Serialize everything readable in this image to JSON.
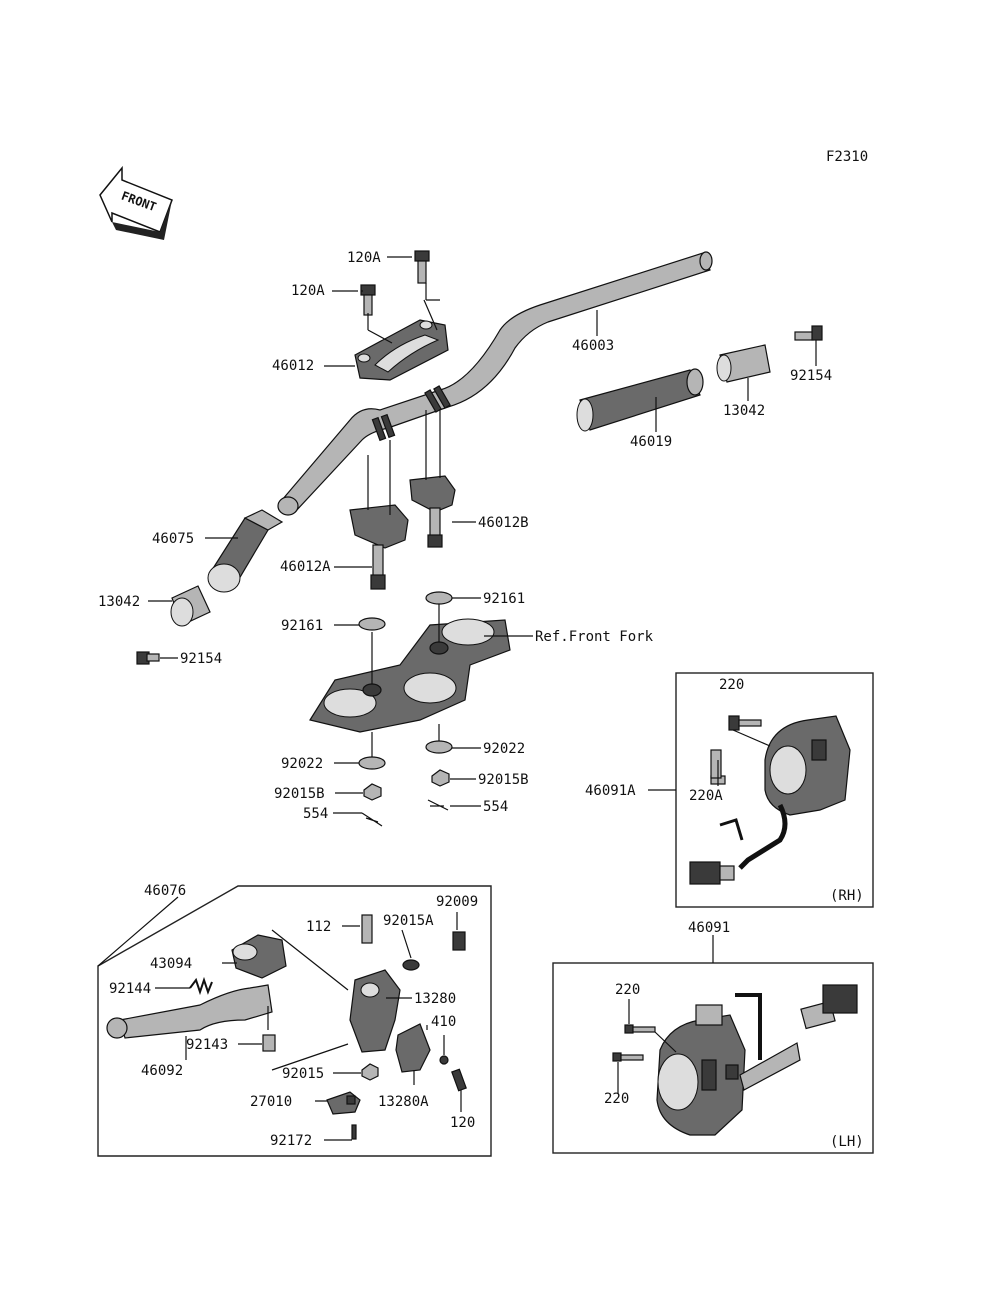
{
  "diagram_code": "F2310",
  "front_arrow_text": "FRONT",
  "labels": {
    "l120A_top": "120A",
    "l120A_left": "120A",
    "l46003": "46003",
    "l46012": "46012",
    "l92154_right": "92154",
    "l13042_right": "13042",
    "l46019": "46019",
    "l46075": "46075",
    "l46012B": "46012B",
    "l46012A": "46012A",
    "l13042_left": "13042",
    "l92161_right": "92161",
    "l92161_left": "92161",
    "l92154_left": "92154",
    "ref_front_fork": "Ref.Front Fork",
    "l92022_right": "92022",
    "l92022_left": "92022",
    "l92015B_right": "92015B",
    "l92015B_left": "92015B",
    "l554_right": "554",
    "l554_left": "554",
    "l220_rh": "220",
    "l46091A": "46091A",
    "l220A": "220A",
    "rh": "(RH)",
    "l46076": "46076",
    "l92009": "92009",
    "l112": "112",
    "l92015A": "92015A",
    "l43094": "43094",
    "l92144": "92144",
    "l13280": "13280",
    "l410": "410",
    "l92143": "92143",
    "l46092": "46092",
    "l92015": "92015",
    "l27010": "27010",
    "l13280A": "13280A",
    "l120": "120",
    "l92172": "92172",
    "l46091": "46091",
    "l220_lh_top": "220",
    "l220_lh_bottom": "220",
    "lh": "(LH)"
  }
}
